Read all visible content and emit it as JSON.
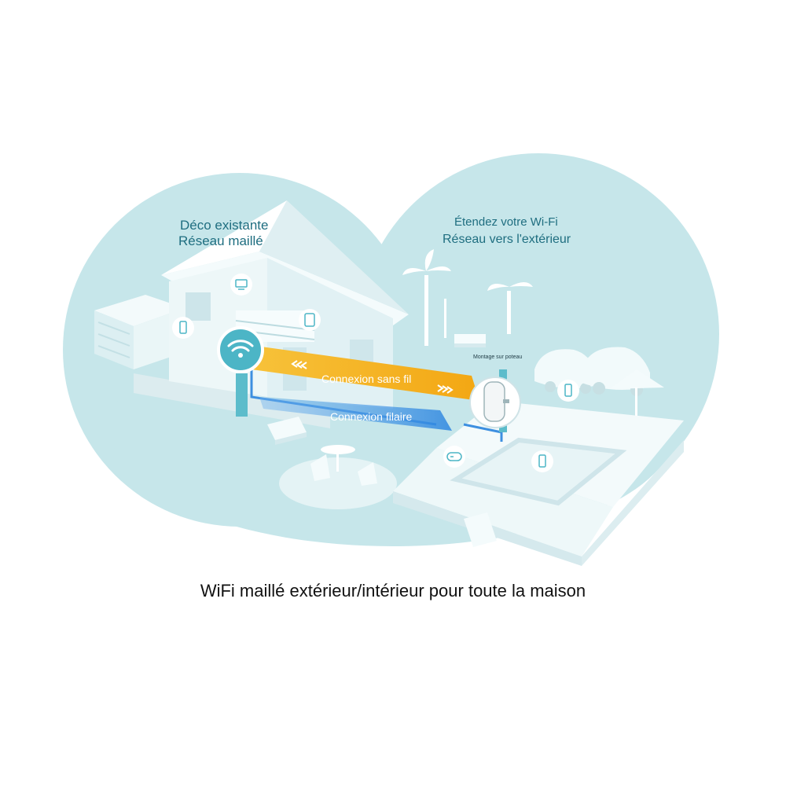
{
  "left_section": {
    "line1": "Déco existante",
    "line2": "Réseau maillé"
  },
  "right_section": {
    "line1": "Étendez votre Wi-Fi",
    "line2": "Réseau vers l'extérieur"
  },
  "mount_label": "Montage sur poteau",
  "wireless_label": "Connexion sans fil",
  "wired_label": "Connexion filaire",
  "caption": "WiFi maillé extérieur/intérieur pour toute la maison",
  "colors": {
    "bubble": "#c6e6ea",
    "house": "#e9f5f6",
    "wifi_badge": "#4cb5c6",
    "wireless_beam": "#f5b324",
    "wired_beam": "#3d8fe0",
    "label_text": "#1f6e80"
  },
  "icons": [
    "wifi-icon",
    "tv-icon",
    "tablet-icon",
    "phone-icon",
    "gamepad-icon",
    "outdoor-unit-icon"
  ]
}
